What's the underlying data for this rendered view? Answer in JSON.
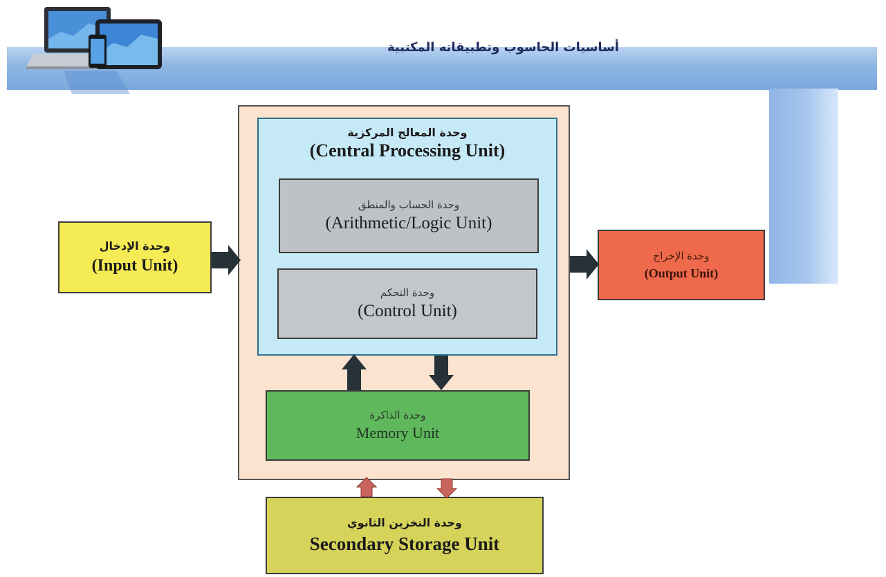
{
  "header": {
    "title": "أساسيات الحاسوب وتطبيقاته المكتبية",
    "icon": "laptop-tablet-devices-icon"
  },
  "cpu": {
    "label_ar": "وحدة المعالج المركزية",
    "label_en": "(Central Processing Unit)"
  },
  "alu": {
    "label_ar": "وحدة الحساب والمنطق",
    "label_en": "(Arithmetic/Logic Unit)"
  },
  "control": {
    "label_ar": "وحدة التحكم",
    "label_en": "(Control Unit)"
  },
  "memory": {
    "label_ar": "وحدة الذاكرة",
    "label_en": "Memory Unit"
  },
  "input": {
    "label_ar": "وحدة الإدخال",
    "label_en": "(Input Unit)"
  },
  "output": {
    "label_ar": "وحدة الإخراج",
    "label_en": "(Output Unit)"
  },
  "storage": {
    "label_ar": "وحدة التخزين الثانوي",
    "label_en": "Secondary Storage Unit"
  },
  "colors": {
    "header_band": "#8db6e3",
    "cpu_outer": "#fce3cf",
    "cpu": "#c6e9f7",
    "alu_control": "#bec2c6",
    "memory": "#5fb85c",
    "input": "#f5eb55",
    "output": "#ef6a4c",
    "storage": "#d6d35a",
    "dark_arrow": "#263238",
    "red_arrow": "#c9645c"
  }
}
